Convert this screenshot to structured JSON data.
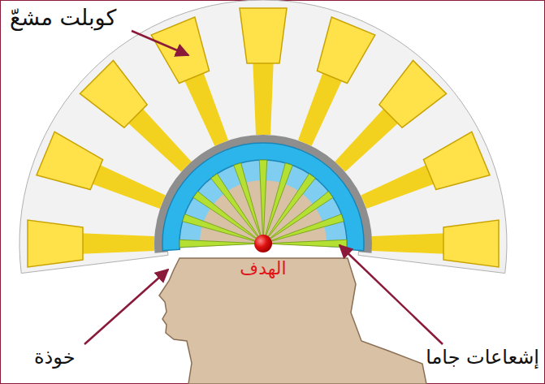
{
  "diagram": {
    "labels": [
      "كوبلت مشعّ",
      "الهدف",
      "خوذة",
      "إشعاعات جاما"
    ]
  }
}
